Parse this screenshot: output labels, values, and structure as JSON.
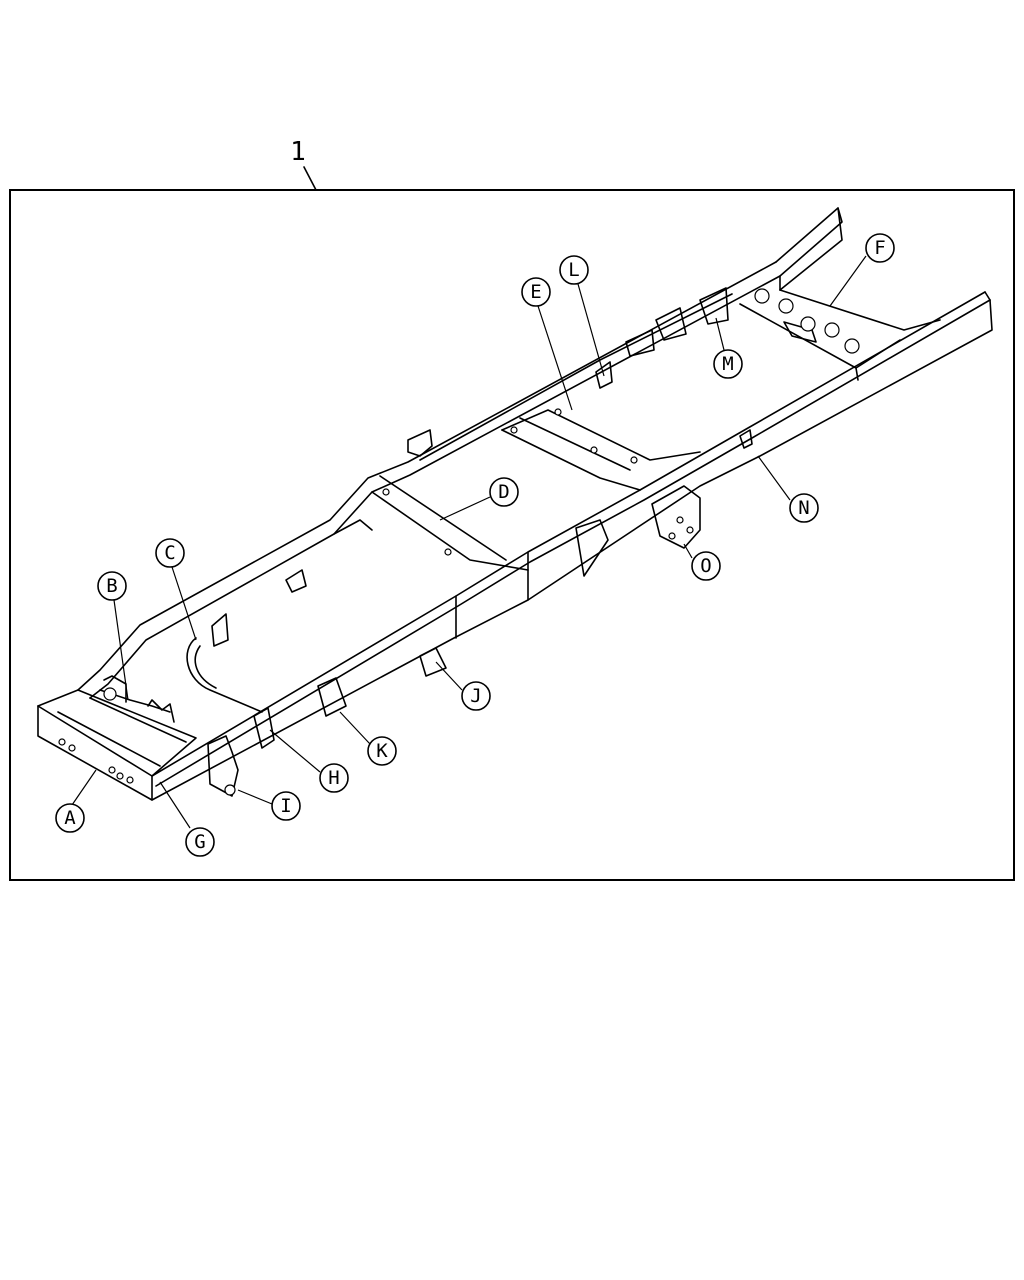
{
  "diagram": {
    "reference_number": "1",
    "callouts": [
      "A",
      "B",
      "C",
      "D",
      "E",
      "F",
      "G",
      "H",
      "I",
      "J",
      "K",
      "L",
      "M",
      "N",
      "O"
    ]
  }
}
